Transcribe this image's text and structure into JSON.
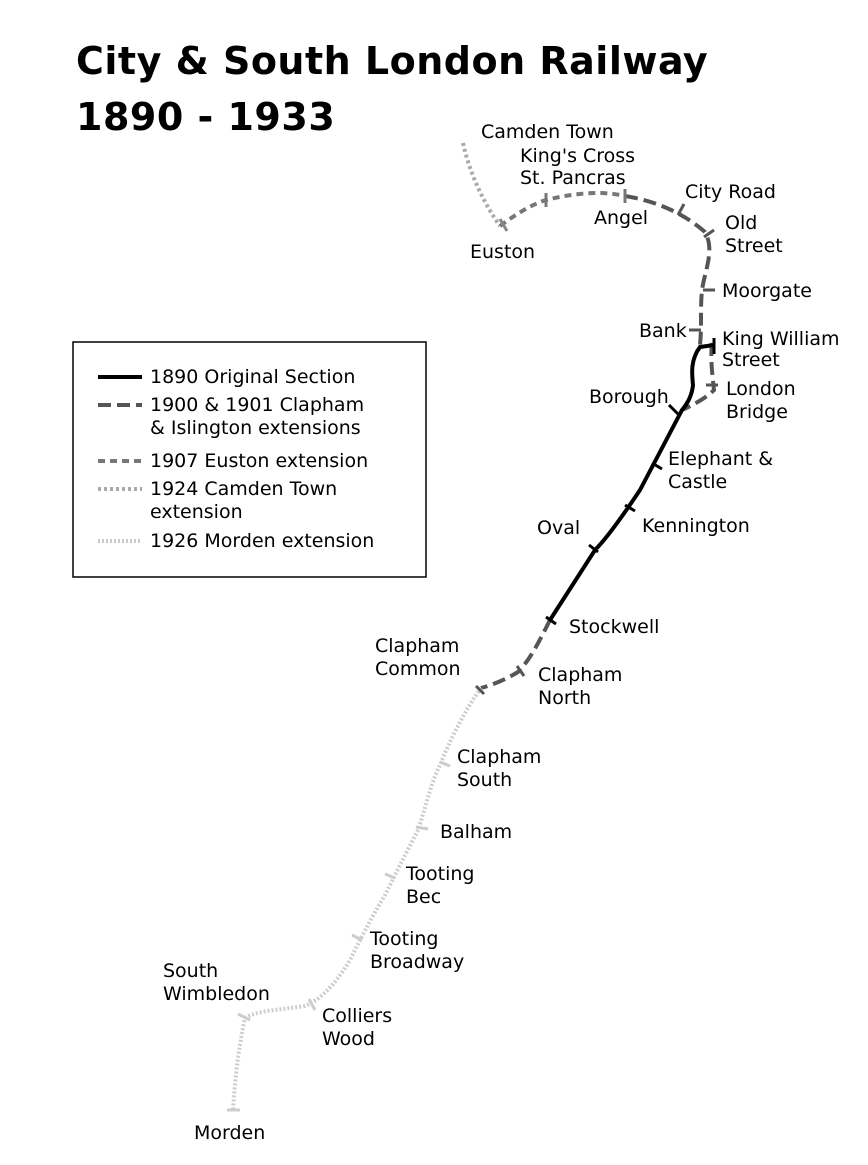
{
  "map": {
    "title_line1": "City & South London Railway",
    "title_line2": "1890 - 1933",
    "legend": [
      {
        "label": "1890 Original Section",
        "style": "solid",
        "color": "#000000"
      },
      {
        "label": "1900 & 1901 Clapham",
        "label2": "& Islington extensions",
        "style": "long-dash",
        "color": "#555555"
      },
      {
        "label": "1907 Euston extension",
        "style": "short-dash",
        "color": "#777777"
      },
      {
        "label": "1924 Camden Town",
        "label2": "extension",
        "style": "dotted",
        "color": "#aaaaaa"
      },
      {
        "label": "1926 Morden extension",
        "style": "fine-dotted",
        "color": "#cccccc"
      }
    ],
    "stations": [
      {
        "id": "camden-town",
        "lines": [
          "Camden Town"
        ]
      },
      {
        "id": "kings-cross",
        "lines": [
          "King's Cross",
          "St. Pancras"
        ]
      },
      {
        "id": "euston",
        "lines": [
          "Euston"
        ]
      },
      {
        "id": "angel",
        "lines": [
          "Angel"
        ]
      },
      {
        "id": "city-road",
        "lines": [
          "City Road"
        ]
      },
      {
        "id": "old-street",
        "lines": [
          "Old",
          "Street"
        ]
      },
      {
        "id": "moorgate",
        "lines": [
          "Moorgate"
        ]
      },
      {
        "id": "bank",
        "lines": [
          "Bank"
        ]
      },
      {
        "id": "king-william-street",
        "lines": [
          "King William",
          "Street"
        ]
      },
      {
        "id": "london-bridge",
        "lines": [
          "London",
          "Bridge"
        ]
      },
      {
        "id": "borough",
        "lines": [
          "Borough"
        ]
      },
      {
        "id": "elephant-castle",
        "lines": [
          "Elephant &",
          "Castle"
        ]
      },
      {
        "id": "kennington",
        "lines": [
          "Kennington"
        ]
      },
      {
        "id": "oval",
        "lines": [
          "Oval"
        ]
      },
      {
        "id": "stockwell",
        "lines": [
          "Stockwell"
        ]
      },
      {
        "id": "clapham-common",
        "lines": [
          "Clapham",
          "Common"
        ]
      },
      {
        "id": "clapham-north",
        "lines": [
          "Clapham",
          "North"
        ]
      },
      {
        "id": "clapham-south",
        "lines": [
          "Clapham",
          "South"
        ]
      },
      {
        "id": "balham",
        "lines": [
          "Balham"
        ]
      },
      {
        "id": "tooting-bec",
        "lines": [
          "Tooting",
          "Bec"
        ]
      },
      {
        "id": "tooting-broadway",
        "lines": [
          "Tooting",
          "Broadway"
        ]
      },
      {
        "id": "south-wimbledon",
        "lines": [
          "South",
          "Wimbledon"
        ]
      },
      {
        "id": "colliers-wood",
        "lines": [
          "Colliers",
          "Wood"
        ]
      },
      {
        "id": "morden",
        "lines": [
          "Morden"
        ]
      }
    ]
  }
}
